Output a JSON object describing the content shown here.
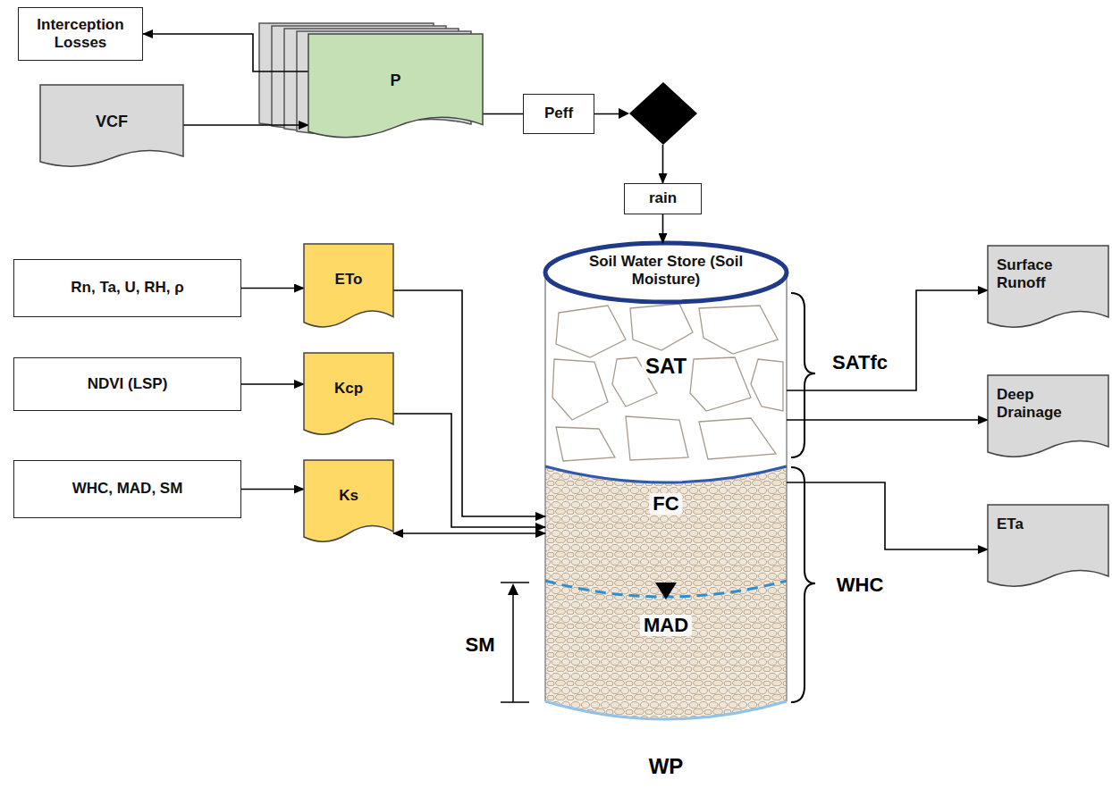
{
  "diagram": {
    "nodes": [
      {
        "text": [
          "Interception Losses"
        ]
      },
      {
        "text": [
          "VCF"
        ]
      },
      {
        "text": [
          "P"
        ]
      },
      {
        "text": [
          "Peff"
        ]
      },
      {
        "text": [
          "rain"
        ]
      },
      {
        "text": [
          "Rn, Ta, U, RH, ρ"
        ]
      },
      {
        "text": [
          "ETo"
        ]
      },
      {
        "text": [
          "NDVI (LSP)"
        ]
      },
      {
        "text": [
          "Kcp"
        ]
      },
      {
        "text": [
          "WHC, MAD, SM"
        ]
      },
      {
        "text": [
          "Ks"
        ]
      },
      {
        "text": [
          "Soil Water Store (Soil Moisture)"
        ]
      },
      {
        "text": [
          "Surface Runoff"
        ]
      },
      {
        "text": [
          "Deep Drainage"
        ]
      },
      {
        "text": [
          "ETa"
        ]
      }
    ],
    "edges": [
      {
        "from": 2,
        "to": 0,
        "arrow": "to"
      },
      {
        "from": 1,
        "to": 2,
        "arrow": "to"
      },
      {
        "from": 2,
        "to": 3,
        "arrow": "none"
      },
      {
        "from": 3,
        "to": 4,
        "arrow": "to"
      },
      {
        "from": 4,
        "to": 11,
        "arrow": "to"
      },
      {
        "from": 5,
        "to": 6,
        "arrow": "to"
      },
      {
        "from": 7,
        "to": 8,
        "arrow": "to"
      },
      {
        "from": 9,
        "to": 10,
        "arrow": "to"
      },
      {
        "from": 6,
        "to": 11,
        "arrow": "to"
      },
      {
        "from": 8,
        "to": 11,
        "arrow": "to"
      },
      {
        "from": 10,
        "to": 11,
        "arrow": "both"
      },
      {
        "from": 11,
        "to": 12,
        "arrow": "to"
      },
      {
        "from": 11,
        "to": 13,
        "arrow": "to"
      },
      {
        "from": 11,
        "to": 14,
        "arrow": "to"
      }
    ],
    "labels": [
      "SAT",
      "SATfc",
      "FC",
      "WHC",
      "MAD",
      "SM",
      "WP"
    ]
  }
}
